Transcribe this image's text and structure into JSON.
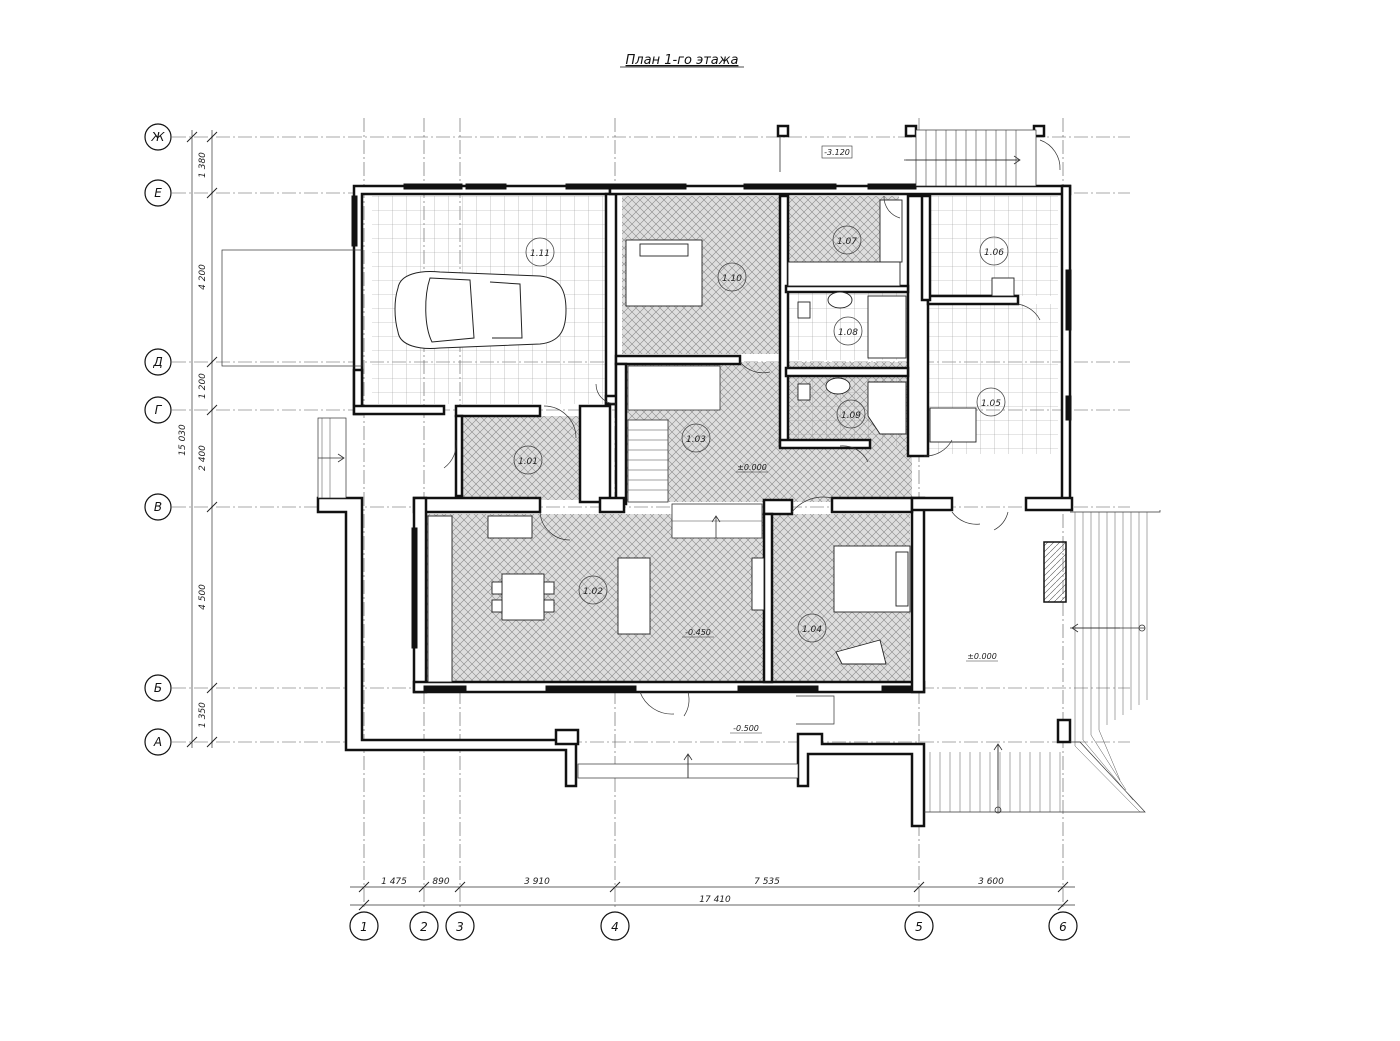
{
  "title": "План 1-го этажа",
  "vertical_axes": [
    {
      "id": "ax-zh",
      "label": "Ж"
    },
    {
      "id": "ax-e",
      "label": "Е"
    },
    {
      "id": "ax-d",
      "label": "Д"
    },
    {
      "id": "ax-g",
      "label": "Г"
    },
    {
      "id": "ax-v",
      "label": "В"
    },
    {
      "id": "ax-b",
      "label": "Б"
    },
    {
      "id": "ax-a",
      "label": "А"
    }
  ],
  "horizontal_axes": [
    {
      "id": "ax-1",
      "label": "1"
    },
    {
      "id": "ax-2",
      "label": "2"
    },
    {
      "id": "ax-3",
      "label": "3"
    },
    {
      "id": "ax-4",
      "label": "4"
    },
    {
      "id": "ax-5",
      "label": "5"
    },
    {
      "id": "ax-6",
      "label": "6"
    }
  ],
  "left_dimensions": [
    "1 380",
    "4 200",
    "1 200",
    "2 400",
    "4 500",
    "1 350"
  ],
  "left_total": "15 030",
  "bottom_dimensions": [
    "1 475",
    "890",
    "3 910",
    "7 535",
    "3 600"
  ],
  "bottom_total": "17 410",
  "rooms": [
    "1.01",
    "1.02",
    "1.03",
    "1.04",
    "1.05",
    "1.06",
    "1.07",
    "1.08",
    "1.09",
    "1.10",
    "1.11"
  ],
  "levels": {
    "top_stair": "-3.120",
    "hall": "±0.000",
    "living": "-0.450",
    "terrace": "±0.000",
    "entrance": "-0.500"
  }
}
